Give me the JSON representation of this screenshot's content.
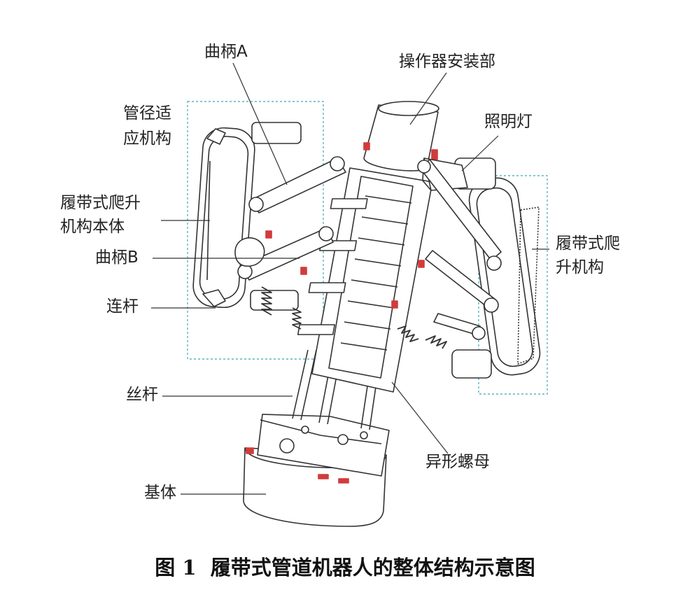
{
  "labels": {
    "crank_a": "曲柄A",
    "manipulator_mount": "操作器安装部",
    "pipe_adapt_1": "管径适",
    "pipe_adapt_2": "应机构",
    "lighting": "照明灯",
    "track_body_1": "履带式爬升",
    "track_body_2": "机构本体",
    "crank_b": "曲柄B",
    "track_climb_1": "履带式爬",
    "track_climb_2": "升机构",
    "link_rod": "连杆",
    "lead_screw": "丝杆",
    "special_nut": "异形螺母",
    "base": "基体"
  },
  "caption": {
    "number": "图 1",
    "title": "履带式管道机器人的整体结构示意图"
  },
  "colors": {
    "line": "#333333",
    "dashed_box": "#5bb3c4",
    "accent_red": "#d23b3b",
    "fill": "#ffffff"
  }
}
